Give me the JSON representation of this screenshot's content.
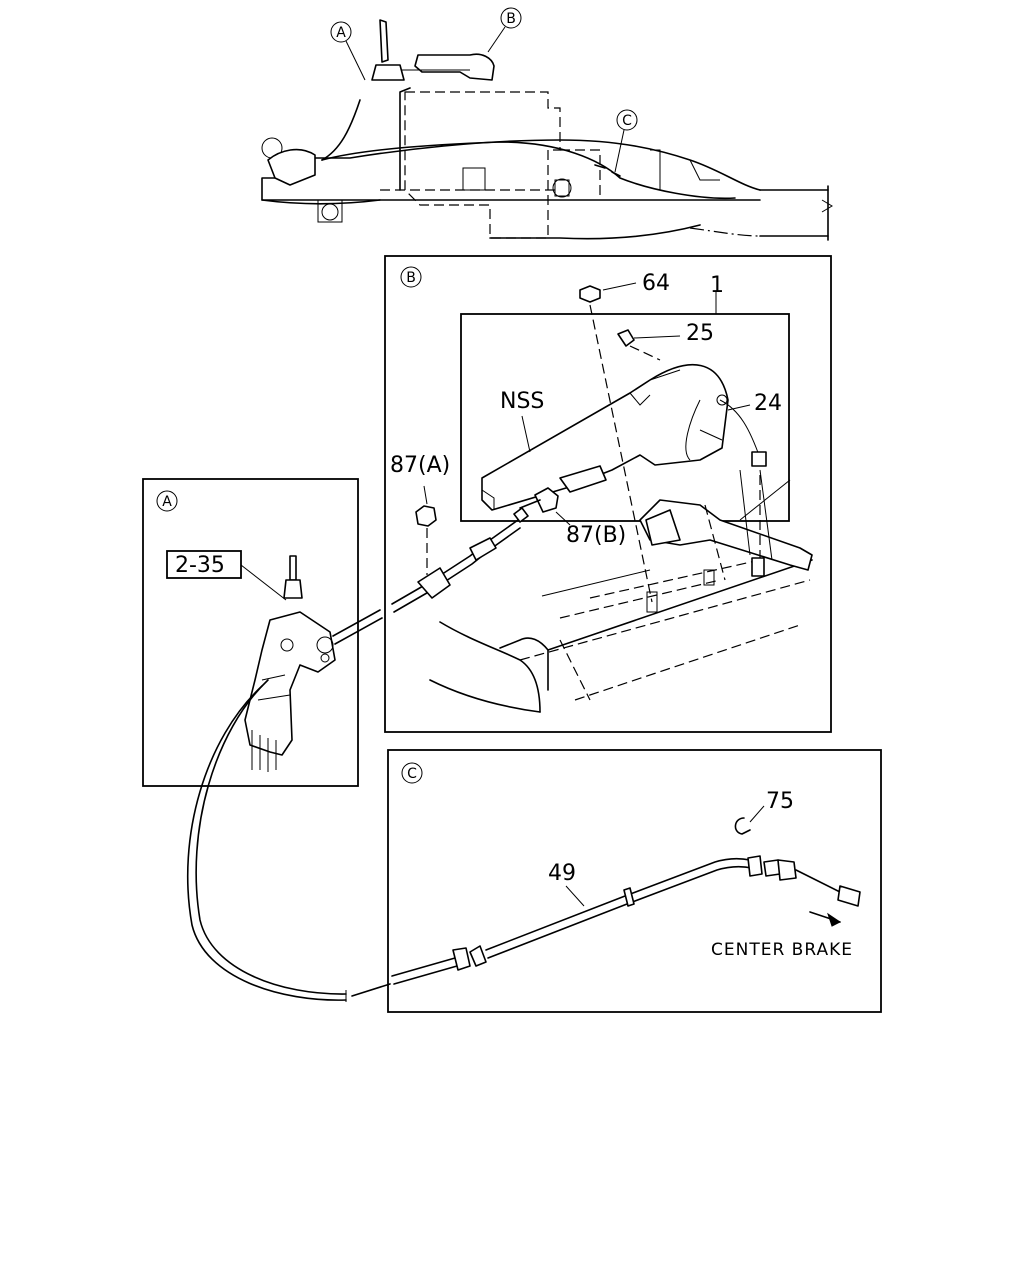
{
  "callouts": {
    "top_a": "A",
    "top_b": "B",
    "top_c": "C"
  },
  "panels": {
    "a": {
      "tag": "A",
      "part_label": "2-35"
    },
    "b": {
      "tag": "B",
      "labels": {
        "p64": "64",
        "p1": "1",
        "p25": "25",
        "p24": "24",
        "nss": "NSS",
        "p87a": "87(A)",
        "p87b": "87(B)"
      }
    },
    "c": {
      "tag": "C",
      "labels": {
        "p75": "75",
        "p49": "49",
        "center_brake": "CENTER BRAKE"
      }
    }
  }
}
